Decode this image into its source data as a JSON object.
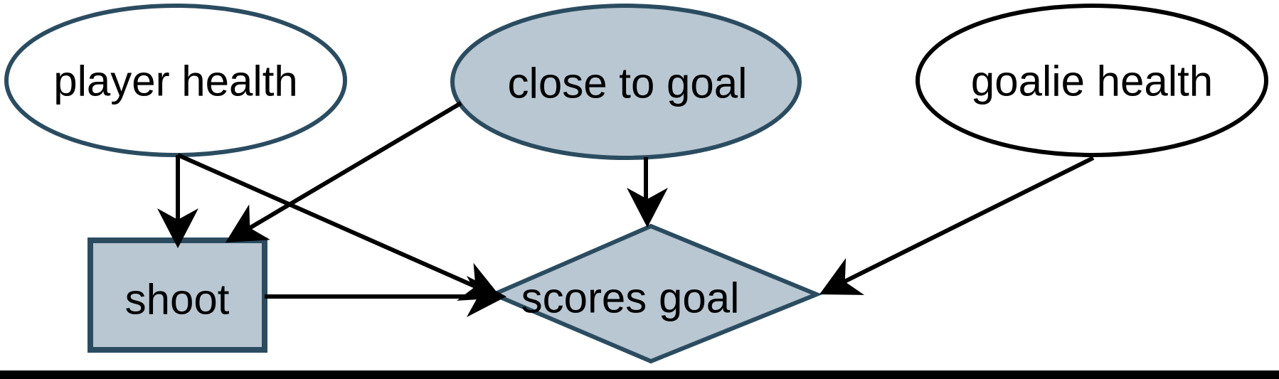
{
  "diagram": {
    "type": "causal-graph",
    "nodes": [
      {
        "id": "player_health",
        "label": "player health",
        "shape": "ellipse",
        "fill": "#ffffff",
        "border": "#2b4c60"
      },
      {
        "id": "close_to_goal",
        "label": "close to goal",
        "shape": "ellipse",
        "fill": "#b9c7d2",
        "border": "#2b4c60"
      },
      {
        "id": "goalie_health",
        "label": "goalie health",
        "shape": "ellipse",
        "fill": "#ffffff",
        "border": "#000000"
      },
      {
        "id": "shoot",
        "label": "shoot",
        "shape": "rectangle",
        "fill": "#b9c7d2",
        "border": "#2b4c60"
      },
      {
        "id": "scores_goal",
        "label": "scores goal",
        "shape": "diamond",
        "fill": "#b9c7d2",
        "border": "#2b4c60"
      }
    ],
    "edges": [
      {
        "from": "player_health",
        "to": "shoot"
      },
      {
        "from": "player_health",
        "to": "scores_goal"
      },
      {
        "from": "close_to_goal",
        "to": "shoot"
      },
      {
        "from": "close_to_goal",
        "to": "scores_goal"
      },
      {
        "from": "shoot",
        "to": "scores_goal"
      },
      {
        "from": "goalie_health",
        "to": "scores_goal"
      }
    ],
    "colors": {
      "background": "#ffffff",
      "node_fill": "#b9c7d2",
      "node_border": "#2b4c60",
      "edge": "#000000",
      "text": "#000000",
      "bottom_bar": "#000000"
    }
  }
}
